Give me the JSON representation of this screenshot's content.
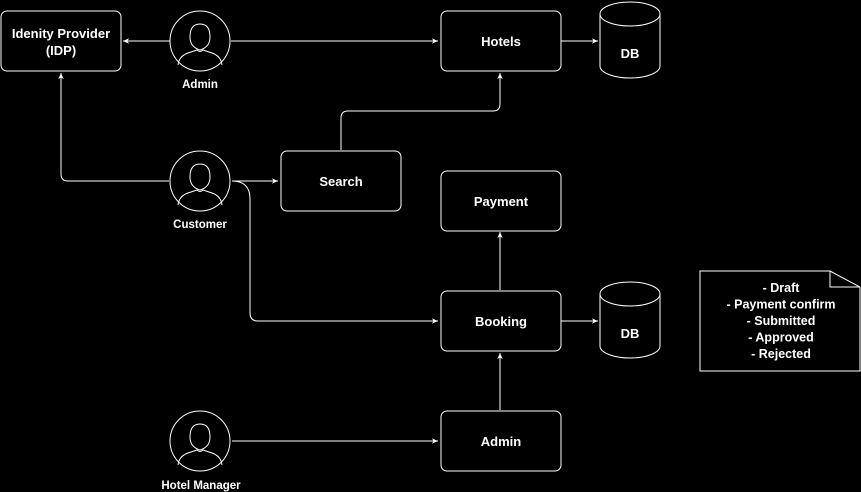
{
  "nodes": {
    "idp": [
      "Idenity Provider",
      "(IDP)"
    ],
    "hotels": "Hotels",
    "search": "Search",
    "payment": "Payment",
    "booking": "Booking",
    "admin_box": "Admin",
    "db_top": "DB",
    "db_bottom": "DB"
  },
  "actors": {
    "admin": "Admin",
    "customer": "Customer",
    "hotel_manager": "Hotel Manager"
  },
  "note": {
    "lines": [
      "- Draft",
      "- Payment confirm",
      "- Submitted",
      "- Approved",
      "- Rejected"
    ]
  },
  "colors": {
    "background": "#000000",
    "stroke": "#ffffff",
    "fill": "#000000"
  }
}
